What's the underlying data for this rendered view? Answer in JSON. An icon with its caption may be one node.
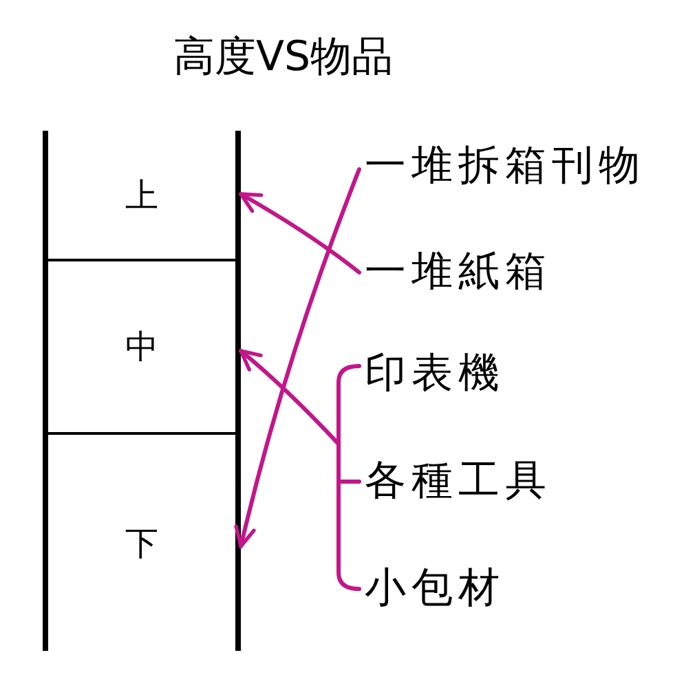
{
  "diagram": {
    "title": "高度VS物品",
    "nodes": [
      {
        "text": [
          "上"
        ]
      },
      {
        "text": [
          "中"
        ]
      },
      {
        "text": [
          "下"
        ]
      },
      {
        "text": [
          "一堆拆箱刊物"
        ]
      },
      {
        "text": [
          "一堆紙箱"
        ]
      },
      {
        "text": [
          "印表機"
        ]
      },
      {
        "text": [
          "各種工具"
        ]
      },
      {
        "text": [
          "小包材"
        ]
      }
    ],
    "edges": [
      {
        "from": 3,
        "to": 2,
        "arrow": "to"
      },
      {
        "from": 4,
        "to": 0,
        "arrow": "to"
      },
      {
        "from": 5,
        "to": 1,
        "arrow": "to"
      },
      {
        "from": 6,
        "to": 1,
        "arrow": "to"
      },
      {
        "from": 7,
        "to": 1,
        "arrow": "to"
      }
    ]
  }
}
